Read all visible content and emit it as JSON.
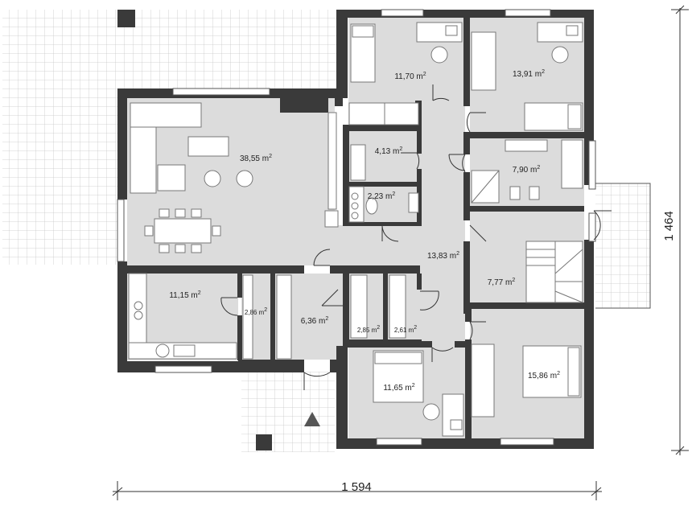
{
  "rooms": [
    {
      "id": "living",
      "value": "38,55",
      "unit": "m",
      "sup": "2"
    },
    {
      "id": "bedroom-nw",
      "value": "11,70",
      "unit": "m",
      "sup": "2"
    },
    {
      "id": "bedroom-ne",
      "value": "13,91",
      "unit": "m",
      "sup": "2"
    },
    {
      "id": "storage-1",
      "value": "4,13",
      "unit": "m",
      "sup": "2"
    },
    {
      "id": "wc",
      "value": "2,23",
      "unit": "m",
      "sup": "2"
    },
    {
      "id": "bathroom",
      "value": "7,90",
      "unit": "m",
      "sup": "2"
    },
    {
      "id": "hallway",
      "value": "13,83",
      "unit": "m",
      "sup": "2"
    },
    {
      "id": "stairs",
      "value": "7,77",
      "unit": "m",
      "sup": "2"
    },
    {
      "id": "kitchen",
      "value": "11,15",
      "unit": "m",
      "sup": "2"
    },
    {
      "id": "pantry",
      "value": "2,86",
      "unit": "m",
      "sup": "2"
    },
    {
      "id": "entrance",
      "value": "6,36",
      "unit": "m",
      "sup": "2"
    },
    {
      "id": "closet-1",
      "value": "2,85",
      "unit": "m",
      "sup": "2"
    },
    {
      "id": "closet-2",
      "value": "2,61",
      "unit": "m",
      "sup": "2"
    },
    {
      "id": "bedroom-sw",
      "value": "11,65",
      "unit": "m",
      "sup": "2"
    },
    {
      "id": "bedroom-se",
      "value": "15,86",
      "unit": "m",
      "sup": "2"
    }
  ],
  "dimensions": {
    "width": "1 594",
    "depth": "1 464"
  },
  "colors": {
    "wall": "#3a3a3a",
    "floor": "#dcdcdc",
    "floor_light": "#e6e6e6",
    "terrace_grid": "#c8c8c8",
    "furniture": "#ffffff"
  }
}
